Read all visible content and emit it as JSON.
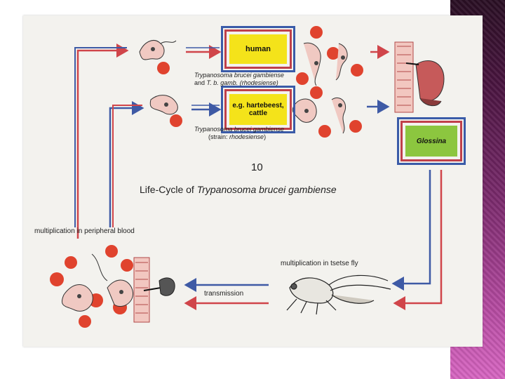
{
  "slide": {
    "figure_number": "10",
    "title_prefix": "Life-Cycle of ",
    "title_species": "Trypanosoma brucei gambiense"
  },
  "boxes": {
    "human": "human",
    "cattle": "e.g. hartebeest, cattle",
    "glossina": "Glossina"
  },
  "captions": {
    "human_line1": "Trypanosoma brucei gambiense",
    "human_line2_prefix": "and ",
    "human_line2_italic": "T. b. gamb. (rhodesiense)",
    "cattle_line1": "Trypanosoma brucei gambiense",
    "cattle_line2_prefix": "(strain: ",
    "cattle_line2_italic": "rhodesiense",
    "cattle_line2_suffix": ")",
    "peripheral_blood": "multiplication in peripheral blood",
    "tsetse": "multiplication in tsetse fly",
    "transmission": "transmission"
  },
  "colors": {
    "red_arrow": "#d0454a",
    "blue_arrow": "#3e5aa5",
    "box_yellow": "#f4e31a",
    "box_green": "#8cc63f",
    "rbc": "#e0432e",
    "parasite": "#f0c9c2",
    "side_band": "#7a2a6c"
  }
}
